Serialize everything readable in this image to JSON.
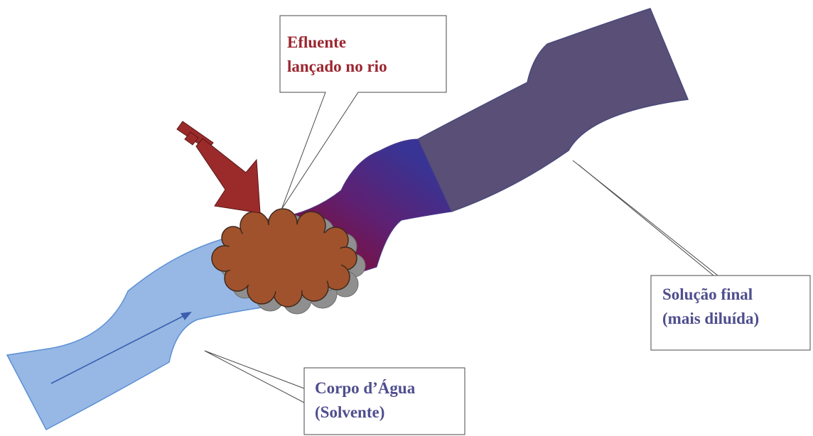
{
  "callouts": {
    "effluent": {
      "line1": "Efluente",
      "line2": "lançado no rio",
      "color": "#9b2630"
    },
    "final_solution": {
      "line1": "Solução final",
      "line2": "(mais diluída)",
      "color": "#4f4e8e"
    },
    "water_body": {
      "line1": "Corpo d’Água",
      "line2": "(Solvente)",
      "color": "#4f4e8e"
    }
  },
  "colors": {
    "river_light": "#97b8e4",
    "river_edge": "#5b8fd6",
    "river_dark": "#594f77",
    "mix_blue": "#383495",
    "mix_purple": "#5e2072",
    "mix_red": "#7a1040",
    "effluent_cloud": "#a0522d",
    "cloud_shadow": "#8f8f8f",
    "arrow": "#9b2b2b",
    "flow_arrow": "#3a5fb0"
  }
}
